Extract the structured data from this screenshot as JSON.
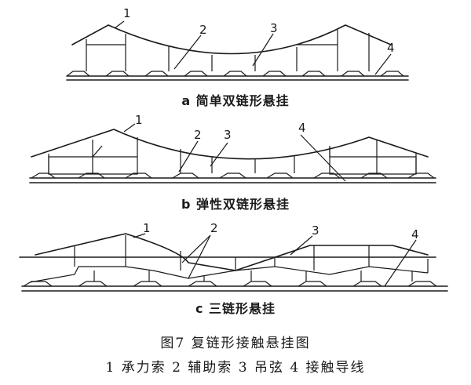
{
  "figure": {
    "title": "图7  复链形接触悬挂图",
    "legend": "1 承力索  2 辅助索  3 吊弦  4 接触导线"
  },
  "panels": [
    {
      "id": "a",
      "caption": "a  简单双链形悬挂",
      "callouts": [
        "1",
        "2",
        "3",
        "4"
      ]
    },
    {
      "id": "b",
      "caption": "b  弹性双链形悬挂",
      "callouts": [
        "1",
        "2",
        "3",
        "4"
      ]
    },
    {
      "id": "c",
      "caption": "c  三链形悬挂",
      "callouts": [
        "1",
        "2",
        "2",
        "3",
        "4"
      ]
    }
  ]
}
